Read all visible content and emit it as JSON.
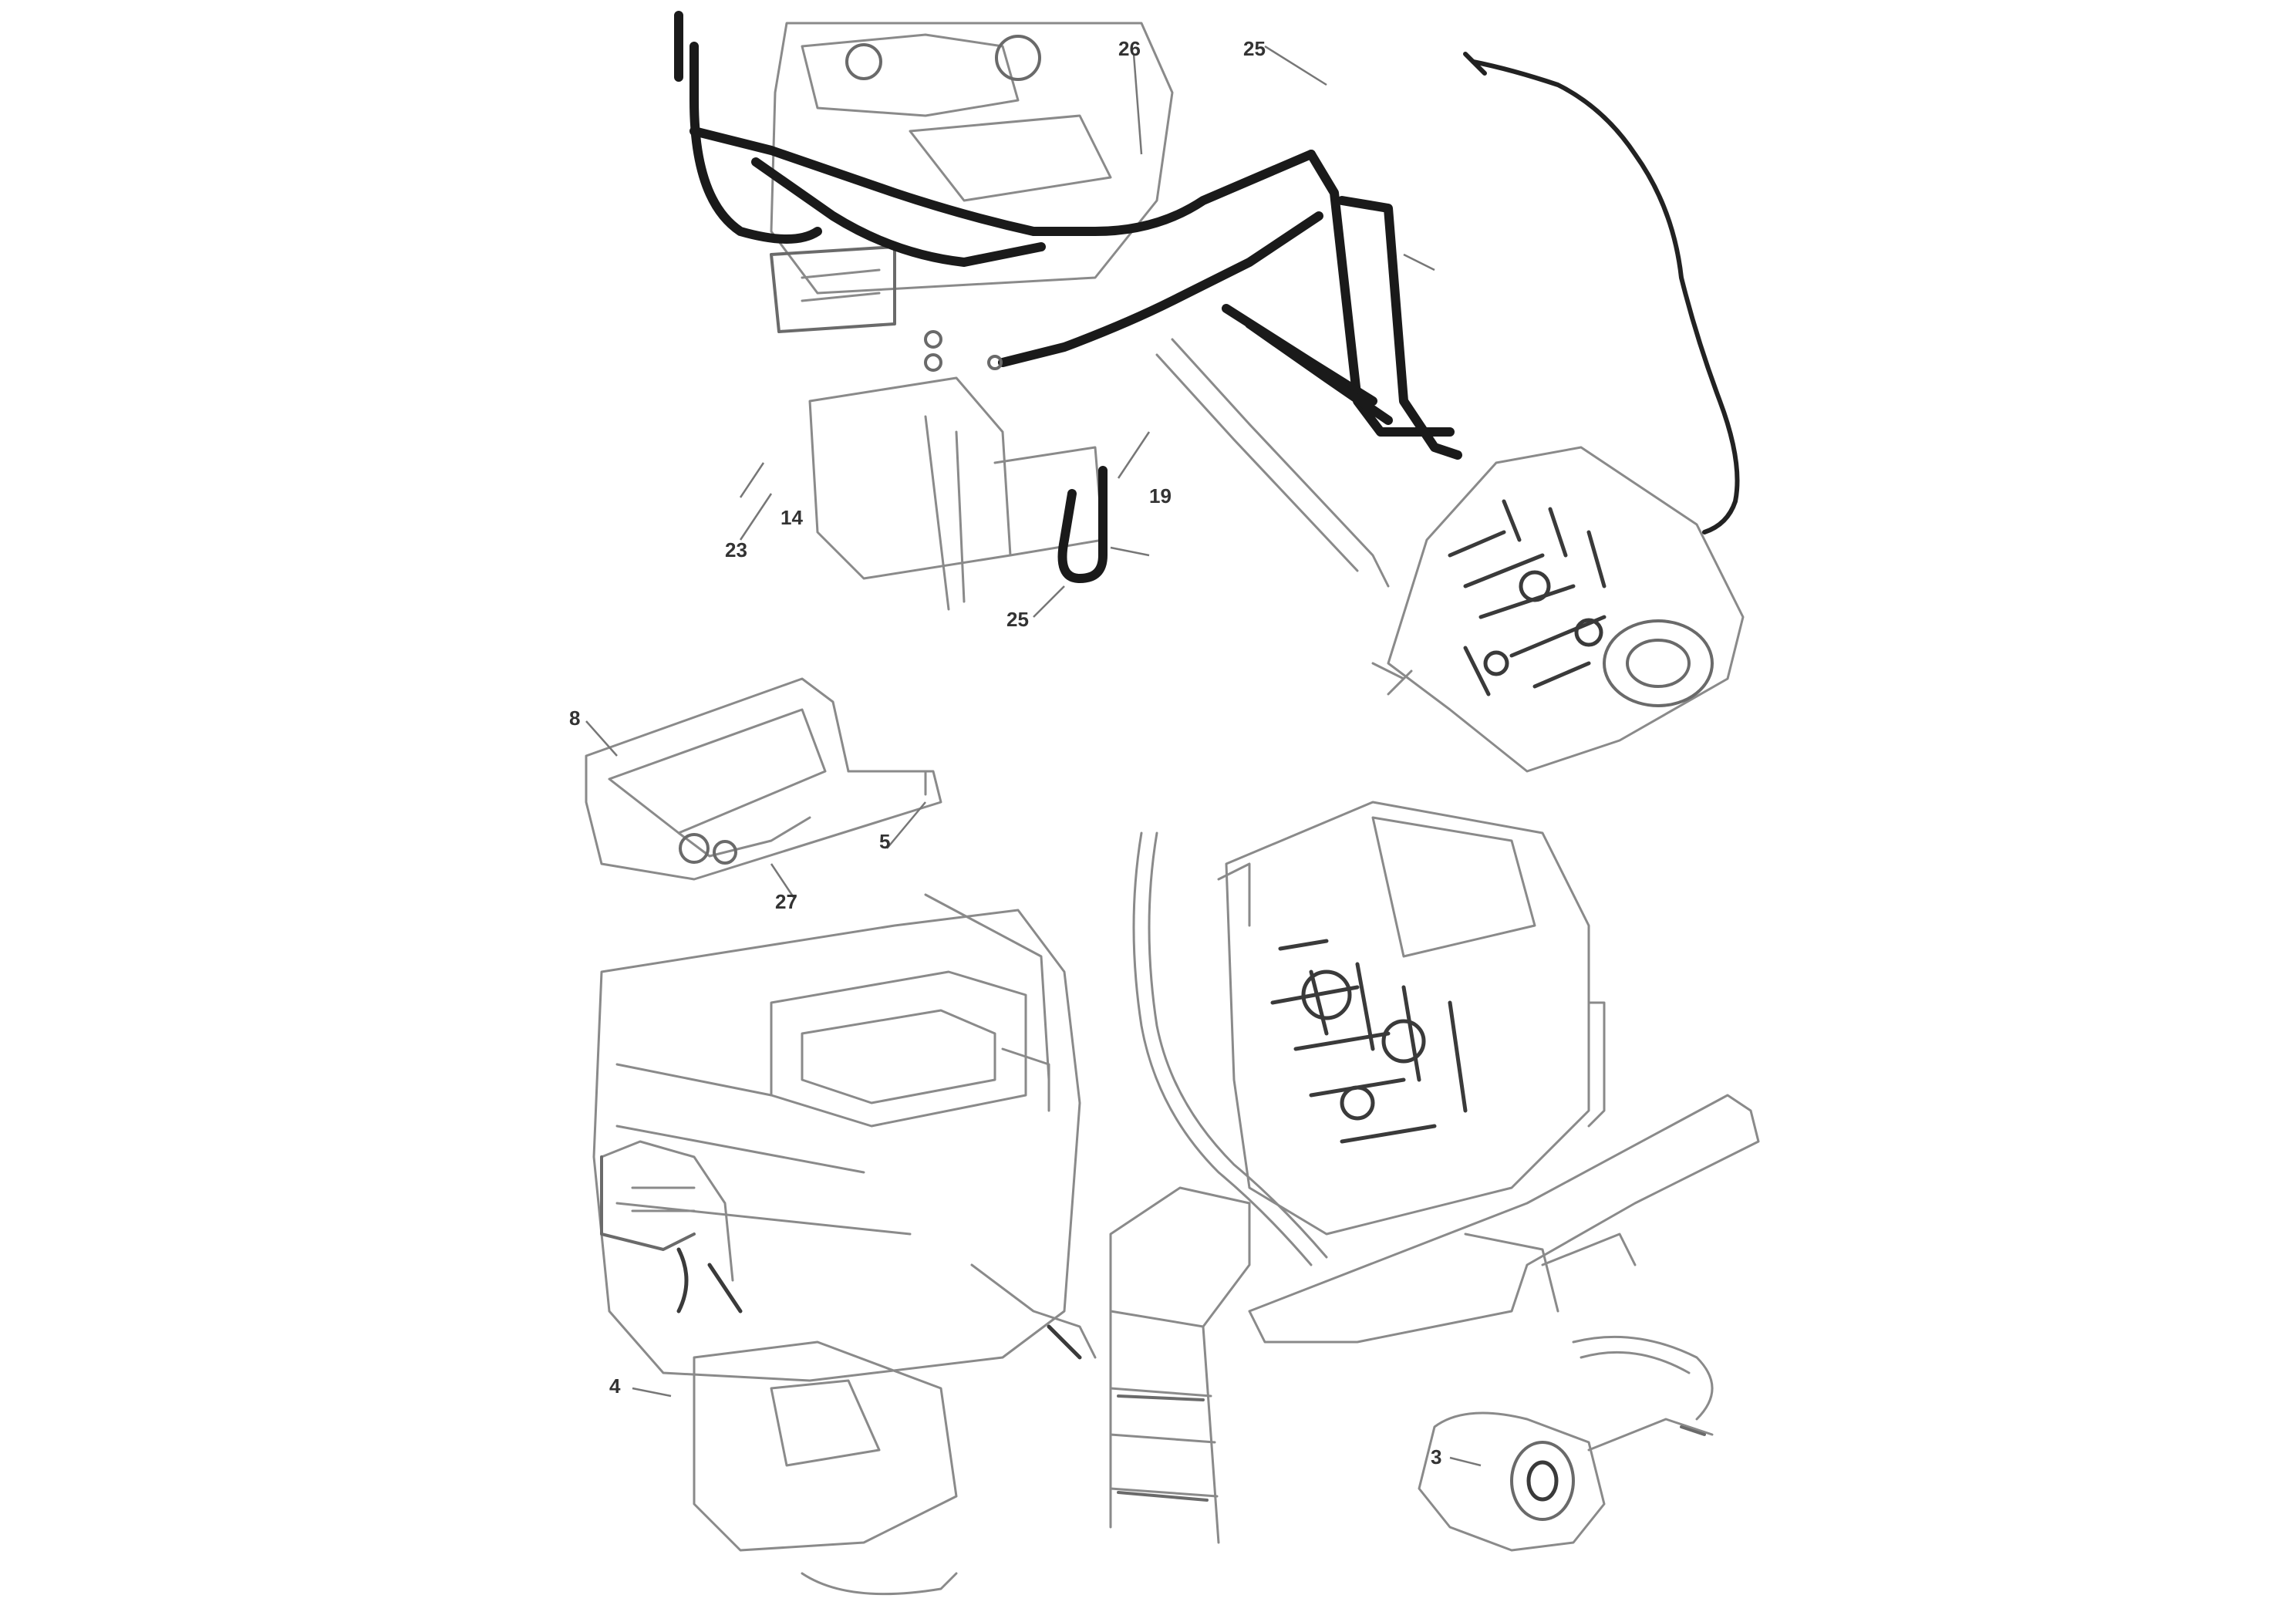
{
  "callouts": [
    {
      "id": "c1",
      "text": "26"
    },
    {
      "id": "c2",
      "text": "25"
    },
    {
      "id": "c3",
      "text": "14"
    },
    {
      "id": "c4",
      "text": "23"
    },
    {
      "id": "c5",
      "text": "19"
    },
    {
      "id": "c6",
      "text": "25"
    },
    {
      "id": "c7",
      "text": "8"
    },
    {
      "id": "c8",
      "text": "5"
    },
    {
      "id": "c9",
      "text": "27"
    },
    {
      "id": "c10",
      "text": "4"
    },
    {
      "id": "c11",
      "text": "3"
    }
  ]
}
